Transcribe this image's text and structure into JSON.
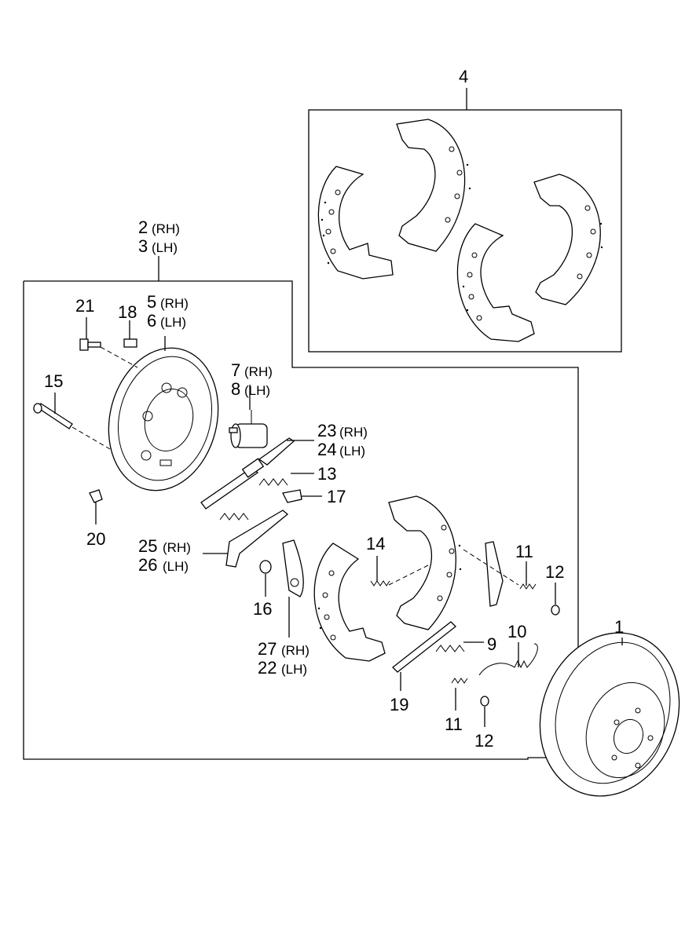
{
  "callouts": {
    "c1": {
      "num": "1"
    },
    "c2": {
      "num": "2",
      "side": "(RH)"
    },
    "c3": {
      "num": "3",
      "side": "(LH)"
    },
    "c4": {
      "num": "4"
    },
    "c5": {
      "num": "5",
      "side": "(RH)"
    },
    "c6": {
      "num": "6",
      "side": "(LH)"
    },
    "c7": {
      "num": "7",
      "side": "(RH)"
    },
    "c8": {
      "num": "8",
      "side": "(LH)"
    },
    "c9": {
      "num": "9"
    },
    "c10": {
      "num": "10"
    },
    "c11a": {
      "num": "11"
    },
    "c11b": {
      "num": "11"
    },
    "c12a": {
      "num": "12"
    },
    "c12b": {
      "num": "12"
    },
    "c13": {
      "num": "13"
    },
    "c14": {
      "num": "14"
    },
    "c15": {
      "num": "15"
    },
    "c16": {
      "num": "16"
    },
    "c17": {
      "num": "17"
    },
    "c18": {
      "num": "18"
    },
    "c19": {
      "num": "19"
    },
    "c20": {
      "num": "20"
    },
    "c21": {
      "num": "21"
    },
    "c22": {
      "num": "22",
      "side": "(LH)"
    },
    "c23": {
      "num": "23",
      "side": "(RH)"
    },
    "c24": {
      "num": "24",
      "side": "(LH)"
    },
    "c25": {
      "num": "25",
      "side": "(RH)"
    },
    "c26": {
      "num": "26",
      "side": "(LH)"
    },
    "c27": {
      "num": "27",
      "side": "(RH)"
    }
  }
}
